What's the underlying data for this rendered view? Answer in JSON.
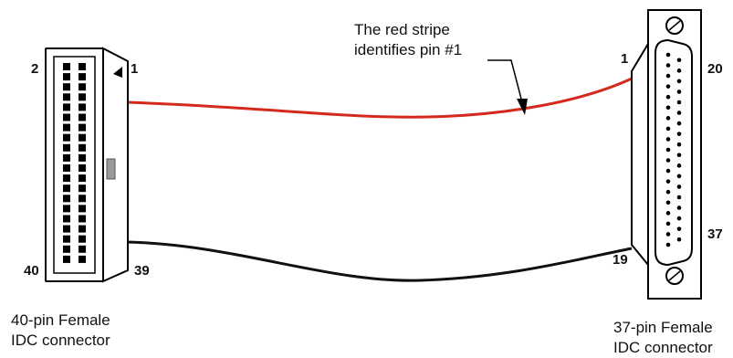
{
  "annotation": {
    "line1": "The red stripe",
    "line2": "identifies pin #1"
  },
  "left_connector": {
    "caption_line1": "40-pin Female",
    "caption_line2": "IDC connector",
    "pin_top_left": "2",
    "pin_top_right": "1",
    "pin_bottom_left": "40",
    "pin_bottom_right": "39",
    "rows": 20,
    "columns": 2
  },
  "right_connector": {
    "caption_line1": "37-pin Female",
    "caption_line2": "IDC connector",
    "pin_top_left": "1",
    "pin_top_right": "20",
    "pin_bottom_left": "19",
    "pin_bottom_right": "37",
    "contacts_row1": 19,
    "contacts_row2": 18
  },
  "colors": {
    "stripe": "#d42a1e",
    "wire": "#111111",
    "outline": "#000000"
  }
}
